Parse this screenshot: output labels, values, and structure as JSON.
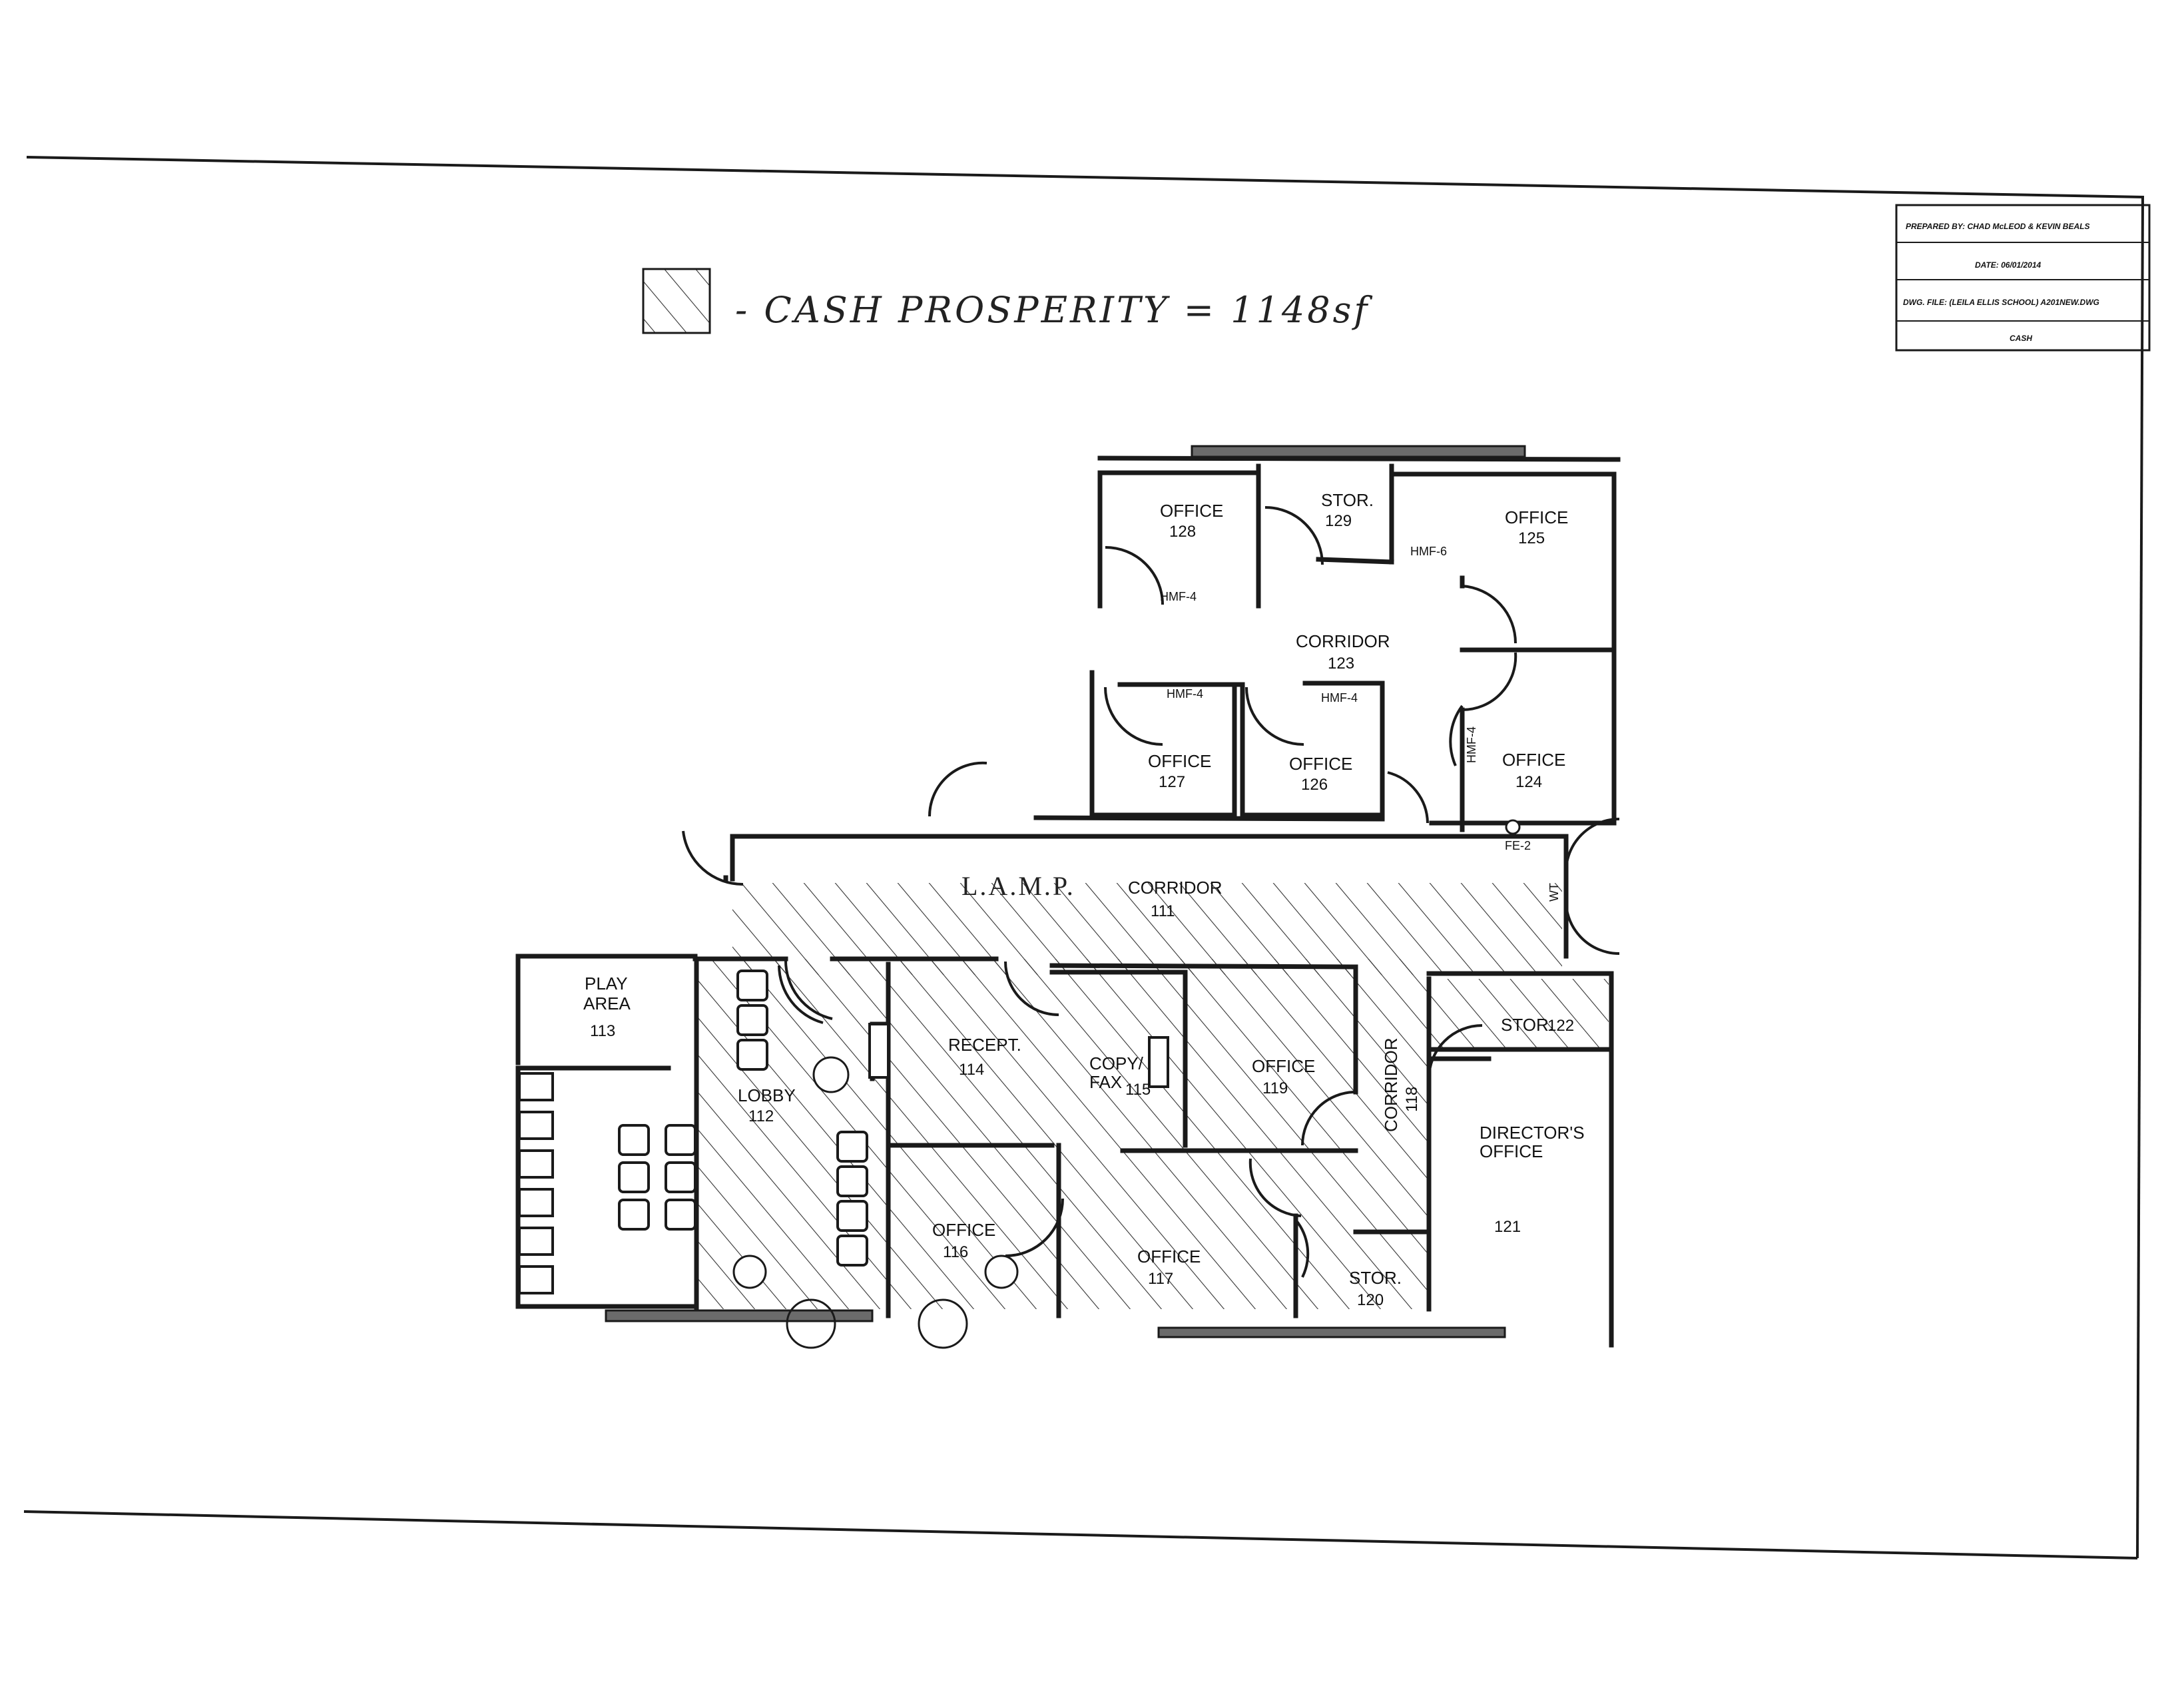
{
  "colors": {
    "line": "#1a1a1a",
    "paper": "#ffffff",
    "hatch": "#333333"
  },
  "legend": {
    "text": "- CASH PROSPERITY = 1148sf",
    "icon": "hatch-swatch"
  },
  "title_block": {
    "prepared_by": "PREPARED BY: CHAD McLEOD & KEVIN BEALS",
    "date": "DATE: 06/01/2014",
    "dwg_file": "DWG. FILE: (LEILA ELLIS SCHOOL) A201NEW.DWG",
    "sheet": "CASH"
  },
  "lamp_label": "L.A.M.P.",
  "rooms": {
    "office_128": {
      "name": "OFFICE",
      "number": "128"
    },
    "stor_129": {
      "name": "STOR.",
      "number": "129"
    },
    "office_125": {
      "name": "OFFICE",
      "number": "125"
    },
    "corridor_123": {
      "name": "CORRIDOR",
      "number": "123"
    },
    "office_127": {
      "name": "OFFICE",
      "number": "127"
    },
    "office_126": {
      "name": "OFFICE",
      "number": "126"
    },
    "office_124": {
      "name": "OFFICE",
      "number": "124"
    },
    "corridor_111": {
      "name": "CORRIDOR",
      "number": "111"
    },
    "play_113": {
      "name": "PLAY",
      "name2": "AREA",
      "number": "113"
    },
    "lobby_112": {
      "name": "LOBBY",
      "number": "112"
    },
    "recept_114": {
      "name": "RECEPT.",
      "number": "114"
    },
    "copy_115": {
      "name": "COPY/",
      "name2": "FAX",
      "number": "115"
    },
    "office_119": {
      "name": "OFFICE",
      "number": "119"
    },
    "corridor_118": {
      "name": "CORRIDOR",
      "number": "118"
    },
    "stor_122": {
      "name": "STOR.",
      "number": "122"
    },
    "directors_121": {
      "name": "DIRECTOR'S",
      "name2": "OFFICE",
      "number": "121"
    },
    "office_116": {
      "name": "OFFICE",
      "number": "116"
    },
    "office_117": {
      "name": "OFFICE",
      "number": "117"
    },
    "stor_120": {
      "name": "STOR.",
      "number": "120"
    }
  },
  "tags": {
    "hmf_128": "HMF-4",
    "hmf_125": "HMF-6",
    "hmf_127": "HMF-4",
    "hmf_126": "HMF-4",
    "hmf_124": "HMF-4",
    "fe": "FE-2",
    "wt": "WT"
  }
}
